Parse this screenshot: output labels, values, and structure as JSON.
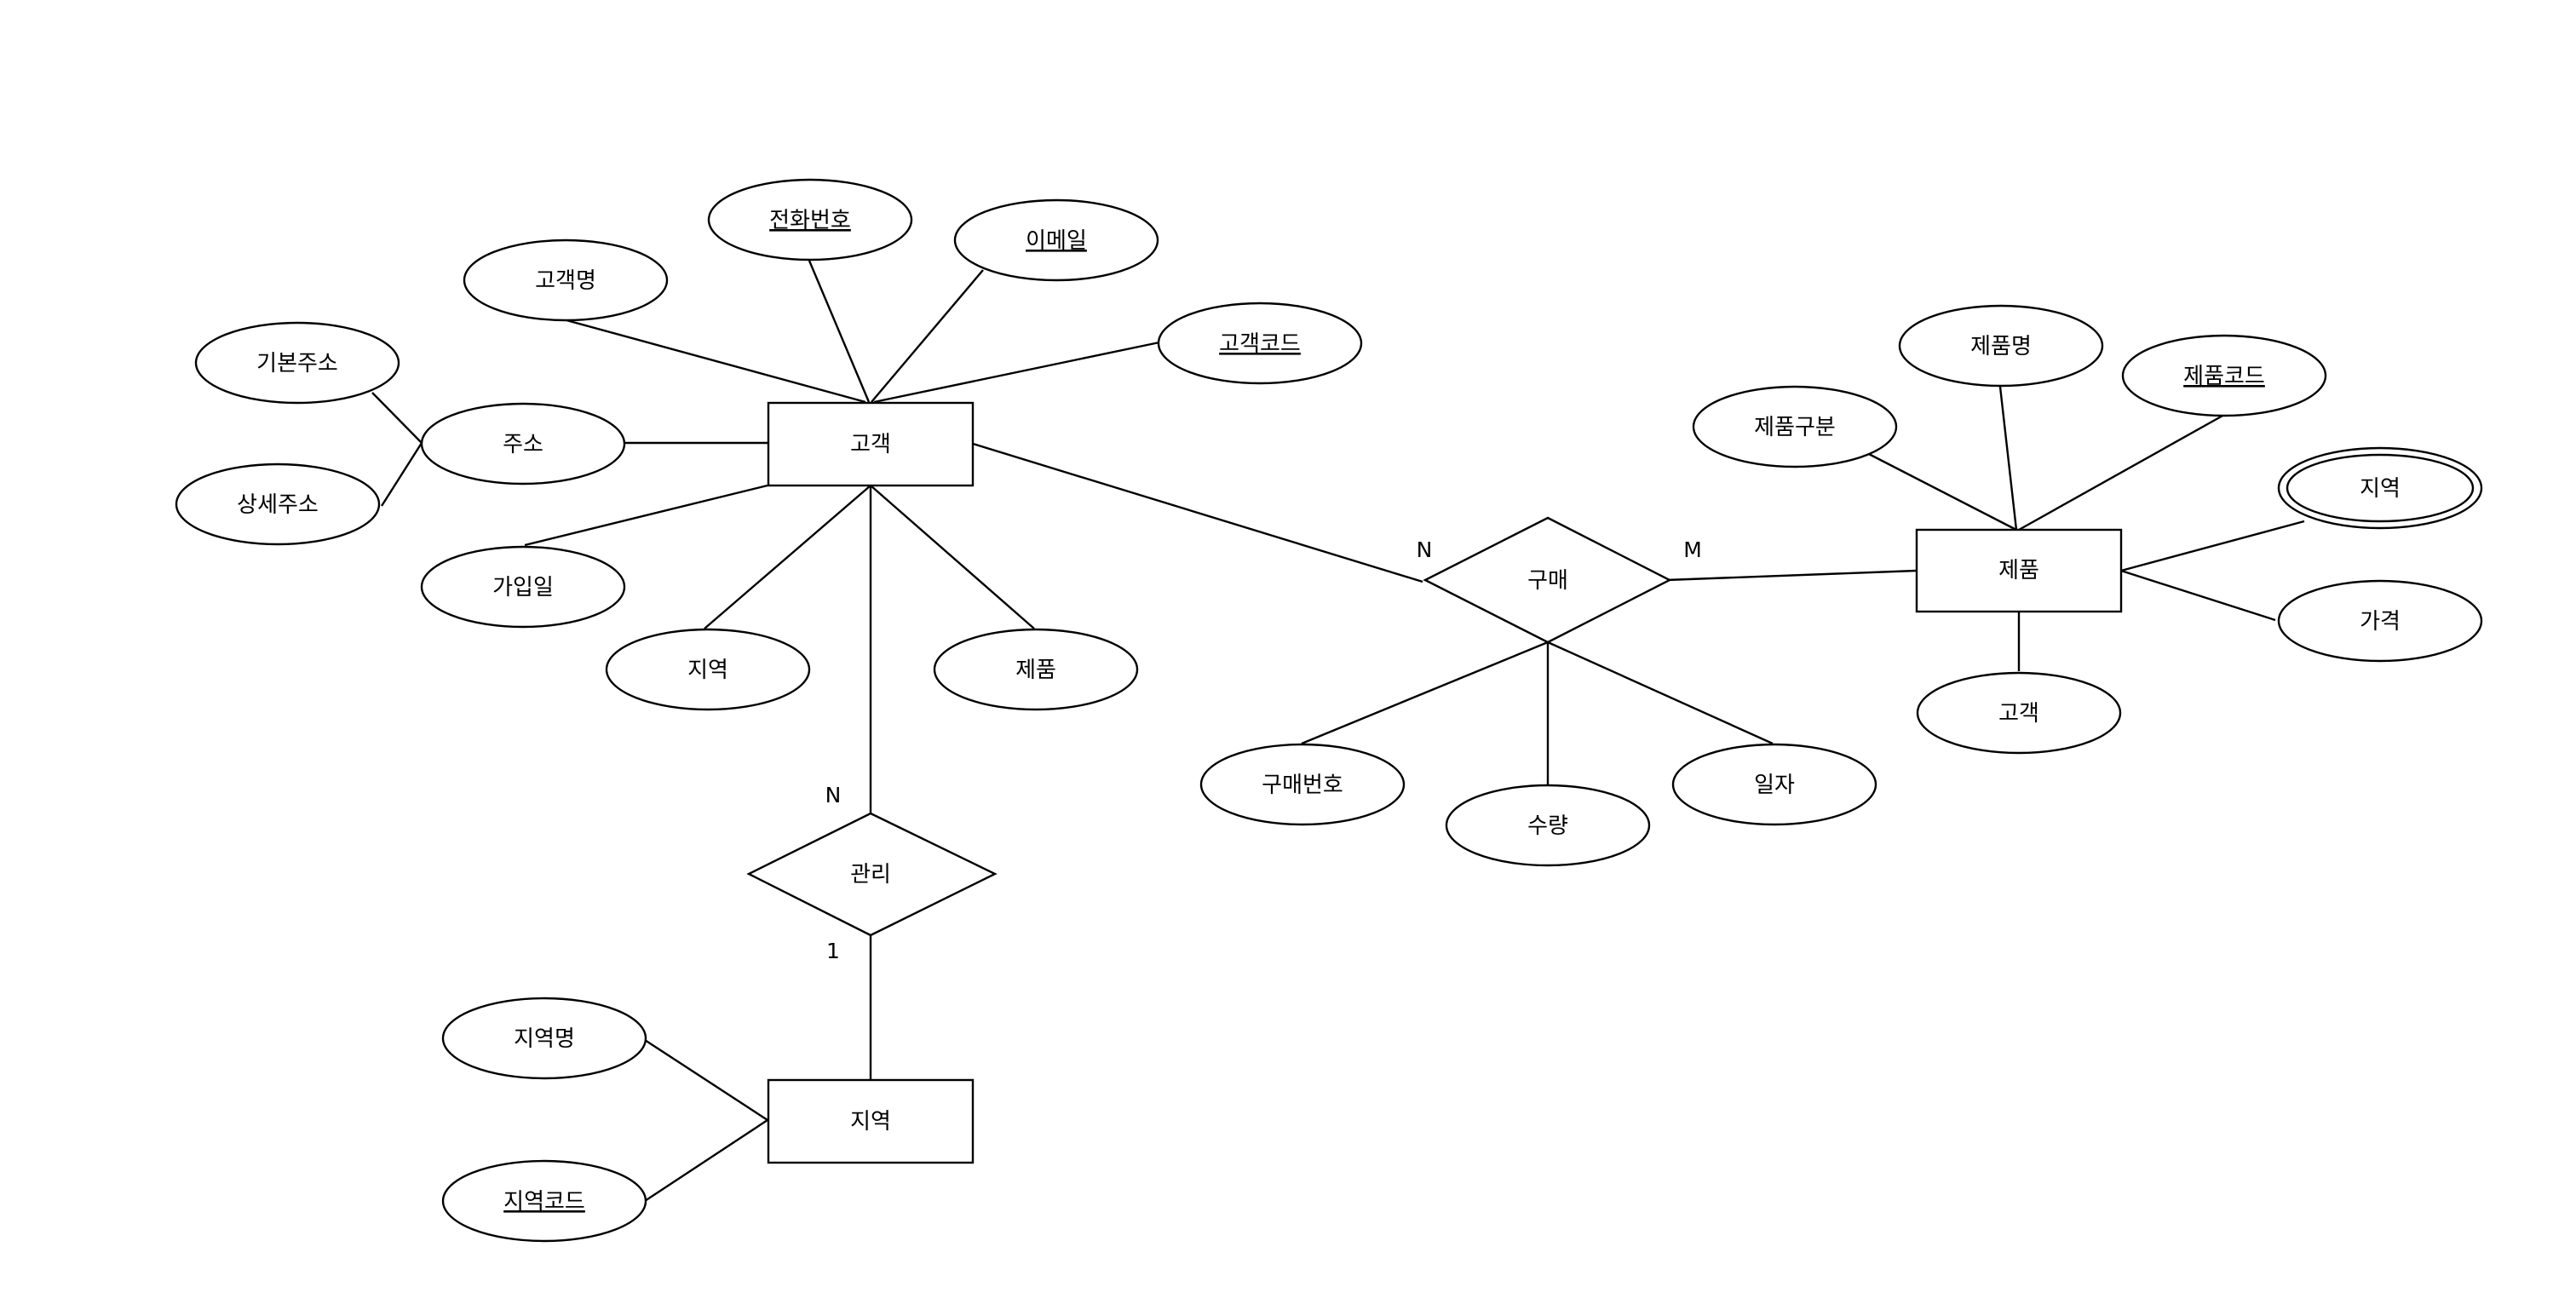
{
  "entities": {
    "customer": "고객",
    "product": "제품",
    "region": "지역"
  },
  "relationships": {
    "purchase": "구매",
    "manage": "관리"
  },
  "attributes": {
    "customer_name": "고객명",
    "customer_phone": "전화번호",
    "customer_email": "이메일",
    "customer_code": "고객코드",
    "customer_address": "주소",
    "address_basic": "기본주소",
    "address_detail": "상세주소",
    "customer_join_date": "가입일",
    "customer_region": "지역",
    "customer_product": "제품",
    "purchase_number": "구매번호",
    "purchase_quantity": "수량",
    "purchase_date": "일자",
    "product_category": "제품구분",
    "product_name": "제품명",
    "product_code": "제품코드",
    "product_region": "지역",
    "product_price": "가격",
    "product_customer": "고객",
    "region_name": "지역명",
    "region_code": "지역코드"
  },
  "cardinality": {
    "purchase_customer_side": "N",
    "purchase_product_side": "M",
    "manage_customer_side": "N",
    "manage_region_side": "1"
  }
}
